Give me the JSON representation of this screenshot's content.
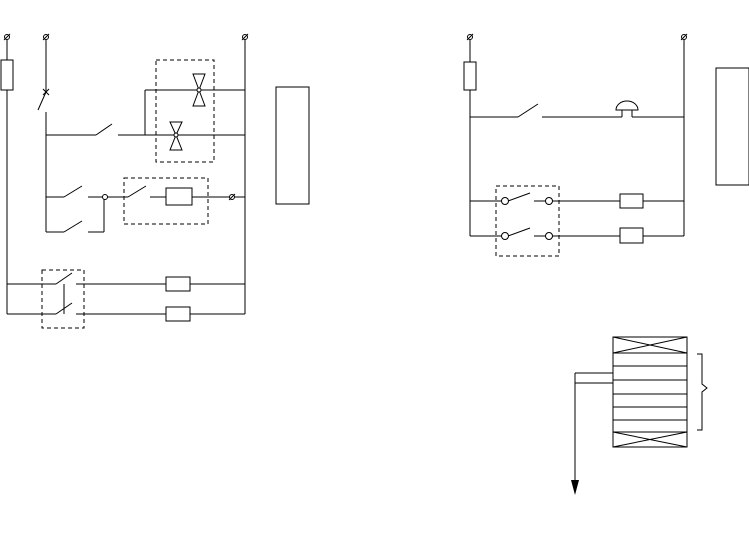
{
  "diagram": {
    "type": "electrical-schematic",
    "panels": [
      "control-circuit-left",
      "control-circuit-right",
      "coil-assembly"
    ],
    "colors": {
      "line": "#000000",
      "background": "#ffffff"
    },
    "icon_names": [
      "terminal-icon",
      "fuse-icon",
      "switch-icon",
      "solenoid-valve-icon",
      "relay-coil-icon",
      "bell-icon",
      "contact-icon",
      "arrow-down-icon"
    ]
  }
}
